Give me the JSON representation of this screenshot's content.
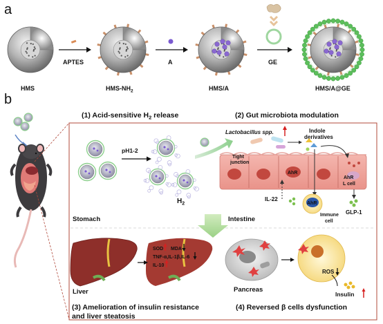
{
  "panel_a": {
    "label": "a",
    "particles": [
      {
        "name": "HMS",
        "sub": ""
      },
      {
        "name": "HMS-NH",
        "sub": "2"
      },
      {
        "name": "HMS/A",
        "sub": ""
      },
      {
        "name": "HMS/A@GE",
        "sub": ""
      }
    ],
    "reagents": [
      "APTES",
      "A",
      "GE"
    ]
  },
  "panel_b": {
    "label": "b",
    "sections": {
      "s1_pre": "(1) Acid-sensitive H",
      "s1_sub": "2",
      "s1_post": " release",
      "s2": "(2) Gut microbiota modulation",
      "s3_line1": "(3) Amelioration of insulin resistance",
      "s3_line2": "and liver steatosis",
      "s4": "(4) Reversed β cells dysfunction"
    },
    "labels": {
      "ph": "pH1-2",
      "h2": "H",
      "h2_sub": "2",
      "stomach": "Stomach",
      "intestine": "Intestine",
      "lactobacillus": "Lactobacillus spp.",
      "indole1": "Indole",
      "indole2": "derivatives",
      "tight1": "Tight",
      "tight2": "junction",
      "ahr": "AhR",
      "ahr_lcell1": "AhR",
      "ahr_lcell2": "L cell",
      "il22": "IL-22",
      "immune1": "Immune",
      "immune2": "cell",
      "glp1": "GLP-1",
      "liver": "Liver",
      "pancreas": "Pancreas",
      "sod": "SOD",
      "mda": "MDA",
      "tnf": "TNF-α,IL-1β,IL-6",
      "il10": "IL-10",
      "ros": "ROS",
      "insulin": "Insulin"
    },
    "colors": {
      "border": "#b0483a",
      "up_arrow": "#d62020",
      "down_arrow": "#222222",
      "ge_ring": "#5cbf5c",
      "loading_dots": "#8a68d0",
      "shell_spikes": "#c9906a"
    }
  }
}
